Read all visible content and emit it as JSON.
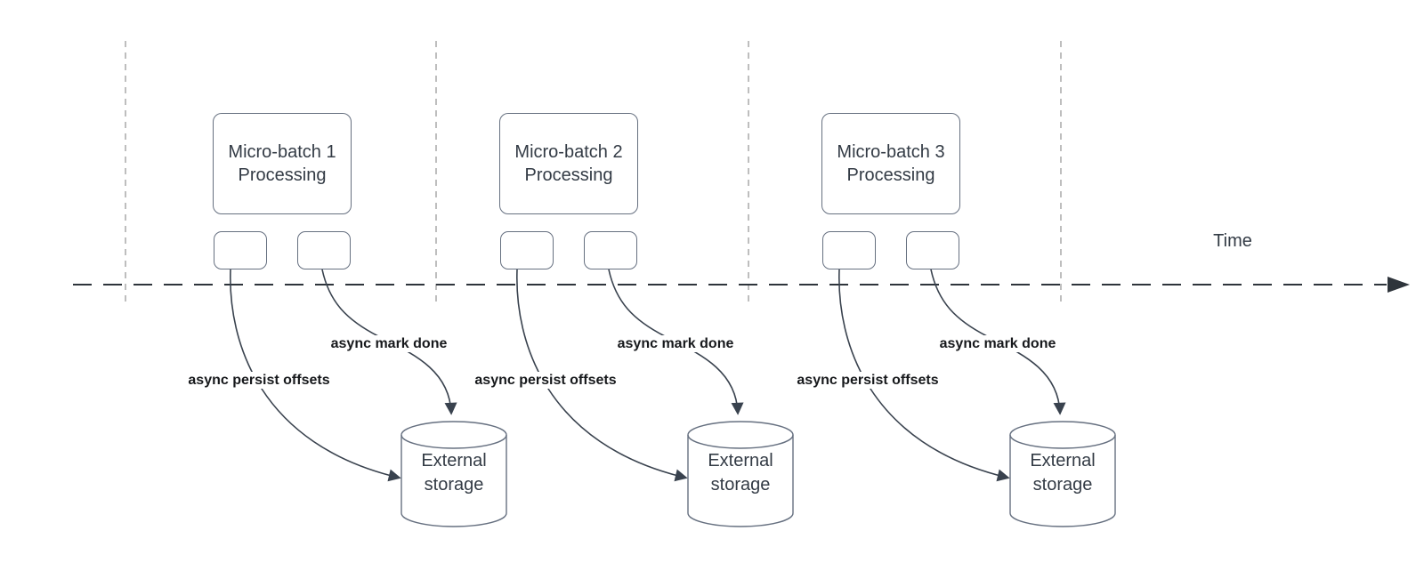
{
  "time_label": "Time",
  "groups": [
    {
      "title": "Micro-batch 1 Processing",
      "persist_label": "async persist offsets",
      "done_label": "async mark done",
      "storage_label": "External storage"
    },
    {
      "title": "Micro-batch 2 Processing",
      "persist_label": "async persist offsets",
      "done_label": "async mark done",
      "storage_label": "External storage"
    },
    {
      "title": "Micro-batch 3 Processing",
      "persist_label": "async persist offsets",
      "done_label": "async mark done",
      "storage_label": "External storage"
    }
  ],
  "colors": {
    "stroke_dark": "#39424e",
    "stroke_box": "#667080",
    "tick_gray": "#a9a9a9",
    "text_dark": "#333b45",
    "label_black": "#17191c"
  }
}
